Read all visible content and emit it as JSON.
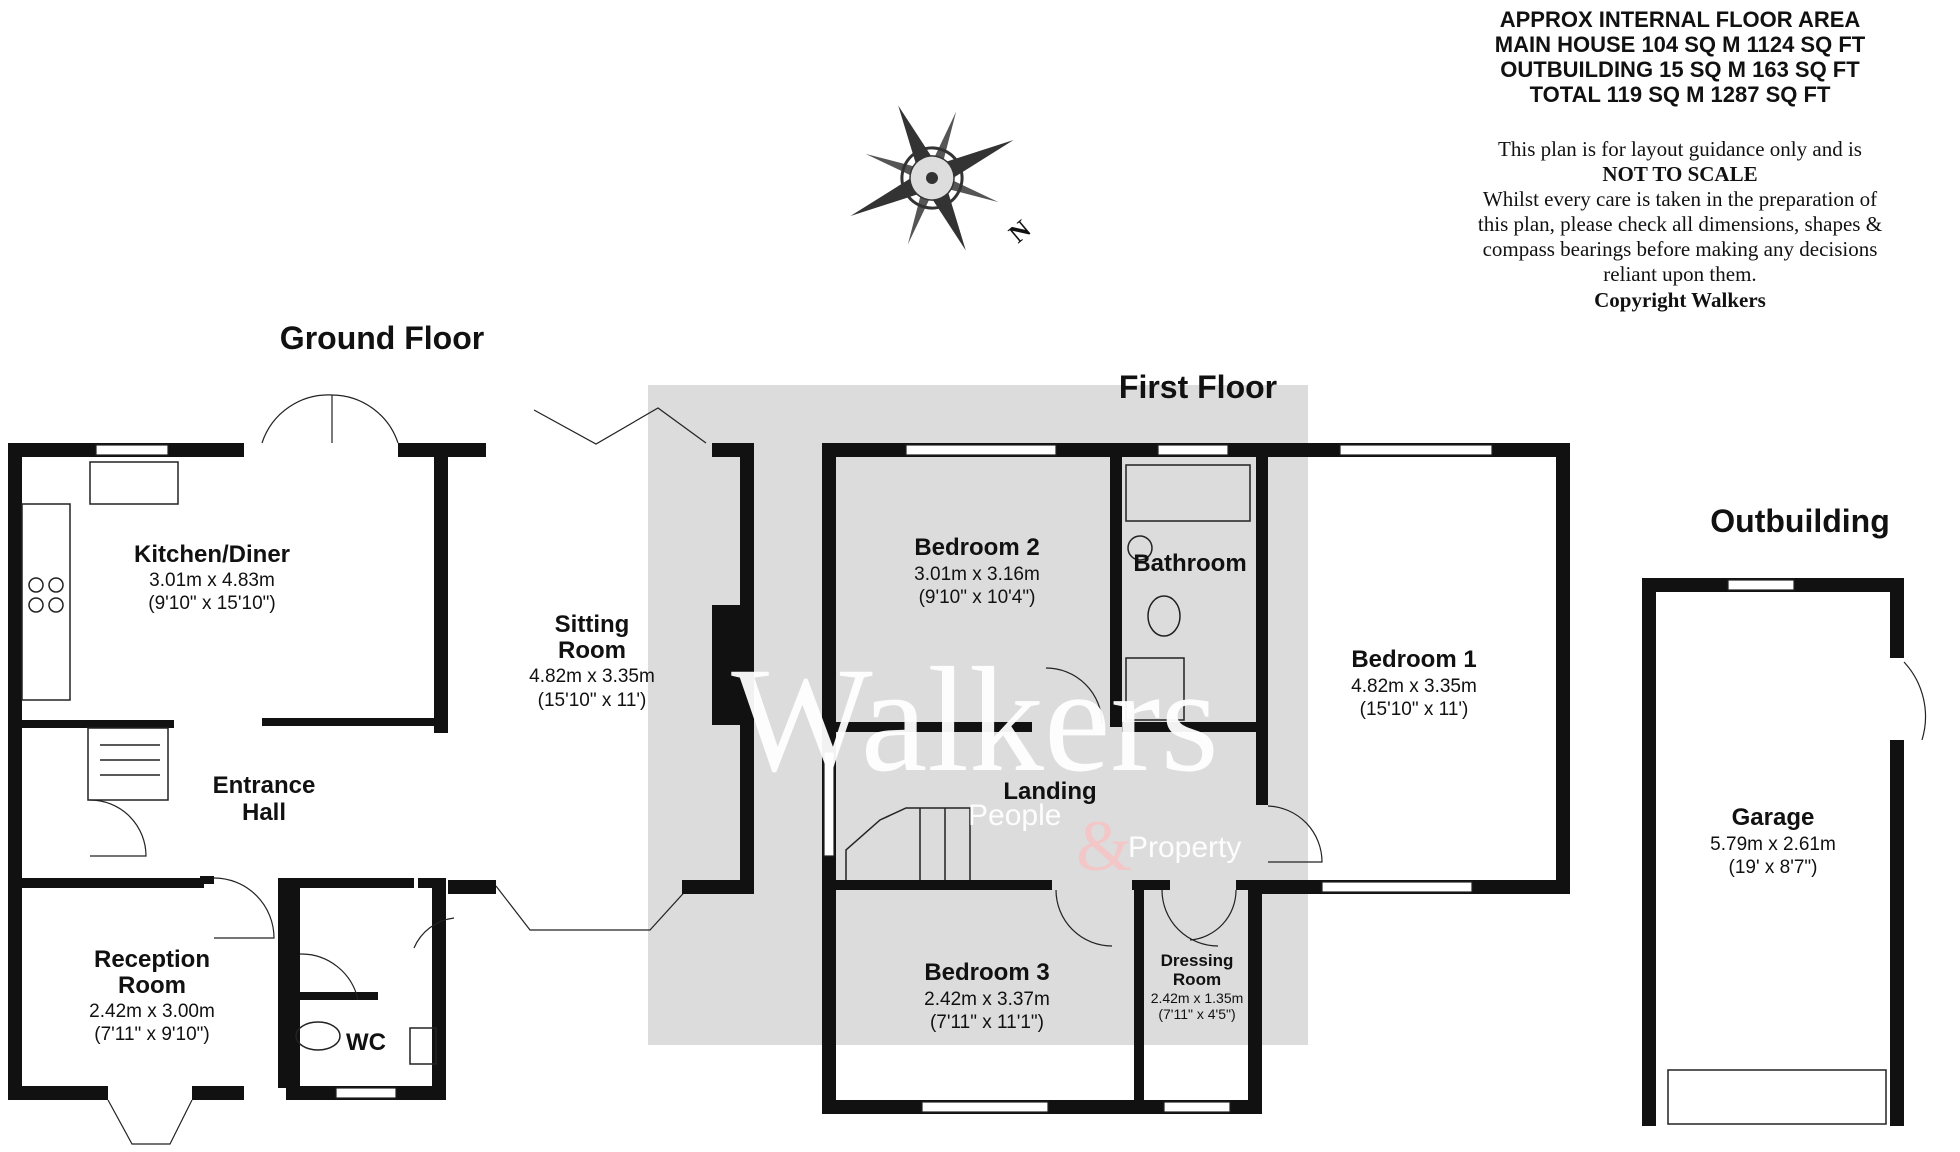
{
  "header": {
    "area_lines": [
      "APPROX INTERNAL FLOOR AREA",
      "MAIN HOUSE 104 SQ M 1124 SQ FT",
      "OUTBUILDING 15 SQ M 163 SQ FT",
      "TOTAL 119 SQ M 1287 SQ FT"
    ],
    "disclaimer_1": "This plan is for layout guidance only and is",
    "disclaimer_bold": "NOT TO SCALE",
    "disclaimer_lines": [
      "Whilst every care is taken in the preparation of",
      "this plan, please check all dimensions, shapes &",
      "compass bearings before making any decisions",
      "reliant upon them."
    ],
    "copyright": "Copyright Walkers"
  },
  "compass": {
    "label": "N"
  },
  "floors": {
    "ground": "Ground Floor",
    "first": "First Floor",
    "outbuilding": "Outbuilding"
  },
  "watermark": {
    "brand": "Walkers",
    "tag1": "People",
    "amp": "&",
    "tag2": "Property"
  },
  "rooms": {
    "kitchen": {
      "name": "Kitchen/Diner",
      "metric": "3.01m x 4.83m",
      "imperial": "(9'10\" x 15'10\")"
    },
    "sitting": {
      "name1": "Sitting",
      "name2": "Room",
      "metric": "4.82m x 3.35m",
      "imperial": "(15'10\" x 11')"
    },
    "hall": {
      "name1": "Entrance",
      "name2": "Hall"
    },
    "reception": {
      "name1": "Reception",
      "name2": "Room",
      "metric": "2.42m x 3.00m",
      "imperial": "(7'11\" x 9'10\")"
    },
    "wc": {
      "name": "WC"
    },
    "bedroom2": {
      "name": "Bedroom 2",
      "metric": "3.01m x 3.16m",
      "imperial": "(9'10\" x 10'4\")"
    },
    "bathroom": {
      "name": "Bathroom"
    },
    "bedroom1": {
      "name": "Bedroom 1",
      "metric": "4.82m x 3.35m",
      "imperial": "(15'10\" x 11')"
    },
    "landing": {
      "name": "Landing"
    },
    "bedroom3": {
      "name": "Bedroom 3",
      "metric": "2.42m x 3.37m",
      "imperial": "(7'11\" x 11'1\")"
    },
    "dressing": {
      "name1": "Dressing",
      "name2": "Room",
      "metric": "2.42m x 1.35m",
      "imperial": "(7'11\" x 4'5\")"
    },
    "garage": {
      "name": "Garage",
      "metric": "5.79m x 2.61m",
      "imperial": "(19' x 8'7\")"
    }
  }
}
